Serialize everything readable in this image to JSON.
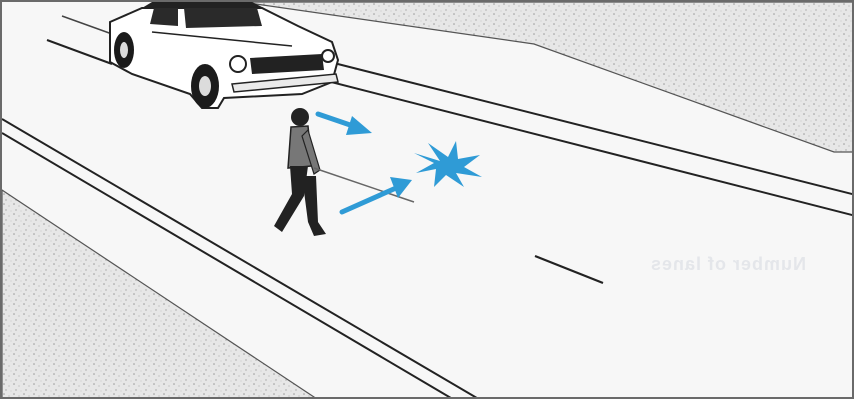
{
  "scene": {
    "kind": "illustration",
    "subject": "pedestrian-crossing-road",
    "line_color": "#222222",
    "gravel_color": "#e7e7e7",
    "road_color": "#f7f7f7",
    "arrow_color": "#2f9bd6",
    "border_color": "#6a6a6a"
  },
  "bleed_through": {
    "text": "Number of lanes"
  },
  "icons": [
    "car-icon",
    "pedestrian-icon",
    "direction-arrow-icon",
    "collision-burst-icon"
  ]
}
